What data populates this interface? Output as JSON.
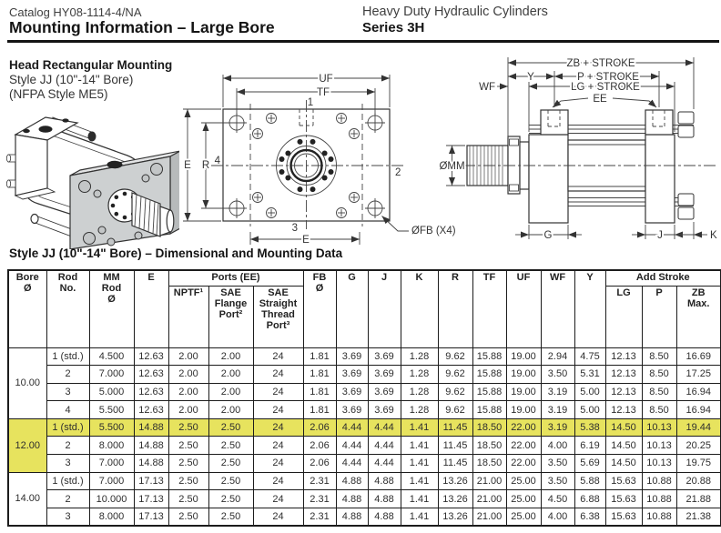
{
  "header": {
    "catalog": "Catalog HY08-1114-4/NA",
    "title_left": "Mounting Information – Large Bore",
    "title_right_top": "Heavy Duty Hydraulic Cylinders",
    "title_right_bottom": "Series 3H"
  },
  "drawing_section": {
    "heading_line1": "Head Rectangular Mounting",
    "heading_line2": "Style JJ (10\"-14\" Bore)",
    "heading_line3": "(NFPA Style ME5)",
    "front_labels": {
      "uf": "UF",
      "tf": "TF",
      "e_left": "E",
      "r": "R",
      "n1": "1",
      "n2": "2",
      "n3": "3",
      "n4": "4",
      "e_bottom": "E",
      "fb": "ØFB (X4)"
    },
    "side_labels": {
      "zb": "ZB + STROKE",
      "y": "Y",
      "p": "P + STROKE",
      "wf": "WF",
      "lg": "LG + STROKE",
      "ee": "EE",
      "mm": "ØMM",
      "g": "G",
      "j": "J",
      "k": "K"
    }
  },
  "table": {
    "heading": "Style JJ (10\"-14\" Bore) – Dimensional and Mounting Data",
    "group_headers": {
      "ports": "Ports (EE)",
      "add_stroke": "Add Stroke"
    },
    "columns": [
      "Bore\nØ",
      "Rod\nNo.",
      "MM\nRod\nØ",
      "E",
      "NPTF¹",
      "SAE\nFlange\nPort²",
      "SAE\nStraight\nThread\nPort³",
      "FB\nØ",
      "G",
      "J",
      "K",
      "R",
      "TF",
      "UF",
      "WF",
      "Y",
      "LG",
      "P",
      "ZB\nMax."
    ],
    "rows": [
      {
        "bore": "10.00",
        "bore_span": 4,
        "highlight": false,
        "bore_hl": false,
        "cells": [
          "1 (std.)",
          "4.500",
          "12.63",
          "2.00",
          "2.00",
          "24",
          "1.81",
          "3.69",
          "3.69",
          "1.28",
          "9.62",
          "15.88",
          "19.00",
          "2.94",
          "4.75",
          "12.13",
          "8.50",
          "16.69"
        ]
      },
      {
        "cells": [
          "2",
          "7.000",
          "12.63",
          "2.00",
          "2.00",
          "24",
          "1.81",
          "3.69",
          "3.69",
          "1.28",
          "9.62",
          "15.88",
          "19.00",
          "3.50",
          "5.31",
          "12.13",
          "8.50",
          "17.25"
        ]
      },
      {
        "cells": [
          "3",
          "5.000",
          "12.63",
          "2.00",
          "2.00",
          "24",
          "1.81",
          "3.69",
          "3.69",
          "1.28",
          "9.62",
          "15.88",
          "19.00",
          "3.19",
          "5.00",
          "12.13",
          "8.50",
          "16.94"
        ]
      },
      {
        "cells": [
          "4",
          "5.500",
          "12.63",
          "2.00",
          "2.00",
          "24",
          "1.81",
          "3.69",
          "3.69",
          "1.28",
          "9.62",
          "15.88",
          "19.00",
          "3.19",
          "5.00",
          "12.13",
          "8.50",
          "16.94"
        ]
      },
      {
        "bore": "12.00",
        "bore_span": 3,
        "highlight": true,
        "bore_hl": true,
        "cells": [
          "1 (std.)",
          "5.500",
          "14.88",
          "2.50",
          "2.50",
          "24",
          "2.06",
          "4.44",
          "4.44",
          "1.41",
          "11.45",
          "18.50",
          "22.00",
          "3.19",
          "5.38",
          "14.50",
          "10.13",
          "19.44"
        ]
      },
      {
        "cells": [
          "2",
          "8.000",
          "14.88",
          "2.50",
          "2.50",
          "24",
          "2.06",
          "4.44",
          "4.44",
          "1.41",
          "11.45",
          "18.50",
          "22.00",
          "4.00",
          "6.19",
          "14.50",
          "10.13",
          "20.25"
        ]
      },
      {
        "cells": [
          "3",
          "7.000",
          "14.88",
          "2.50",
          "2.50",
          "24",
          "2.06",
          "4.44",
          "4.44",
          "1.41",
          "11.45",
          "18.50",
          "22.00",
          "3.50",
          "5.69",
          "14.50",
          "10.13",
          "19.75"
        ]
      },
      {
        "bore": "14.00",
        "bore_span": 3,
        "highlight": false,
        "bore_hl": false,
        "cells": [
          "1 (std.)",
          "7.000",
          "17.13",
          "2.50",
          "2.50",
          "24",
          "2.31",
          "4.88",
          "4.88",
          "1.41",
          "13.26",
          "21.00",
          "25.00",
          "3.50",
          "5.88",
          "15.63",
          "10.88",
          "20.88"
        ]
      },
      {
        "cells": [
          "2",
          "10.000",
          "17.13",
          "2.50",
          "2.50",
          "24",
          "2.31",
          "4.88",
          "4.88",
          "1.41",
          "13.26",
          "21.00",
          "25.00",
          "4.50",
          "6.88",
          "15.63",
          "10.88",
          "21.88"
        ]
      },
      {
        "cells": [
          "3",
          "8.000",
          "17.13",
          "2.50",
          "2.50",
          "24",
          "2.31",
          "4.88",
          "4.88",
          "1.41",
          "13.26",
          "21.00",
          "25.00",
          "4.00",
          "6.38",
          "15.63",
          "10.88",
          "21.38"
        ]
      }
    ]
  }
}
